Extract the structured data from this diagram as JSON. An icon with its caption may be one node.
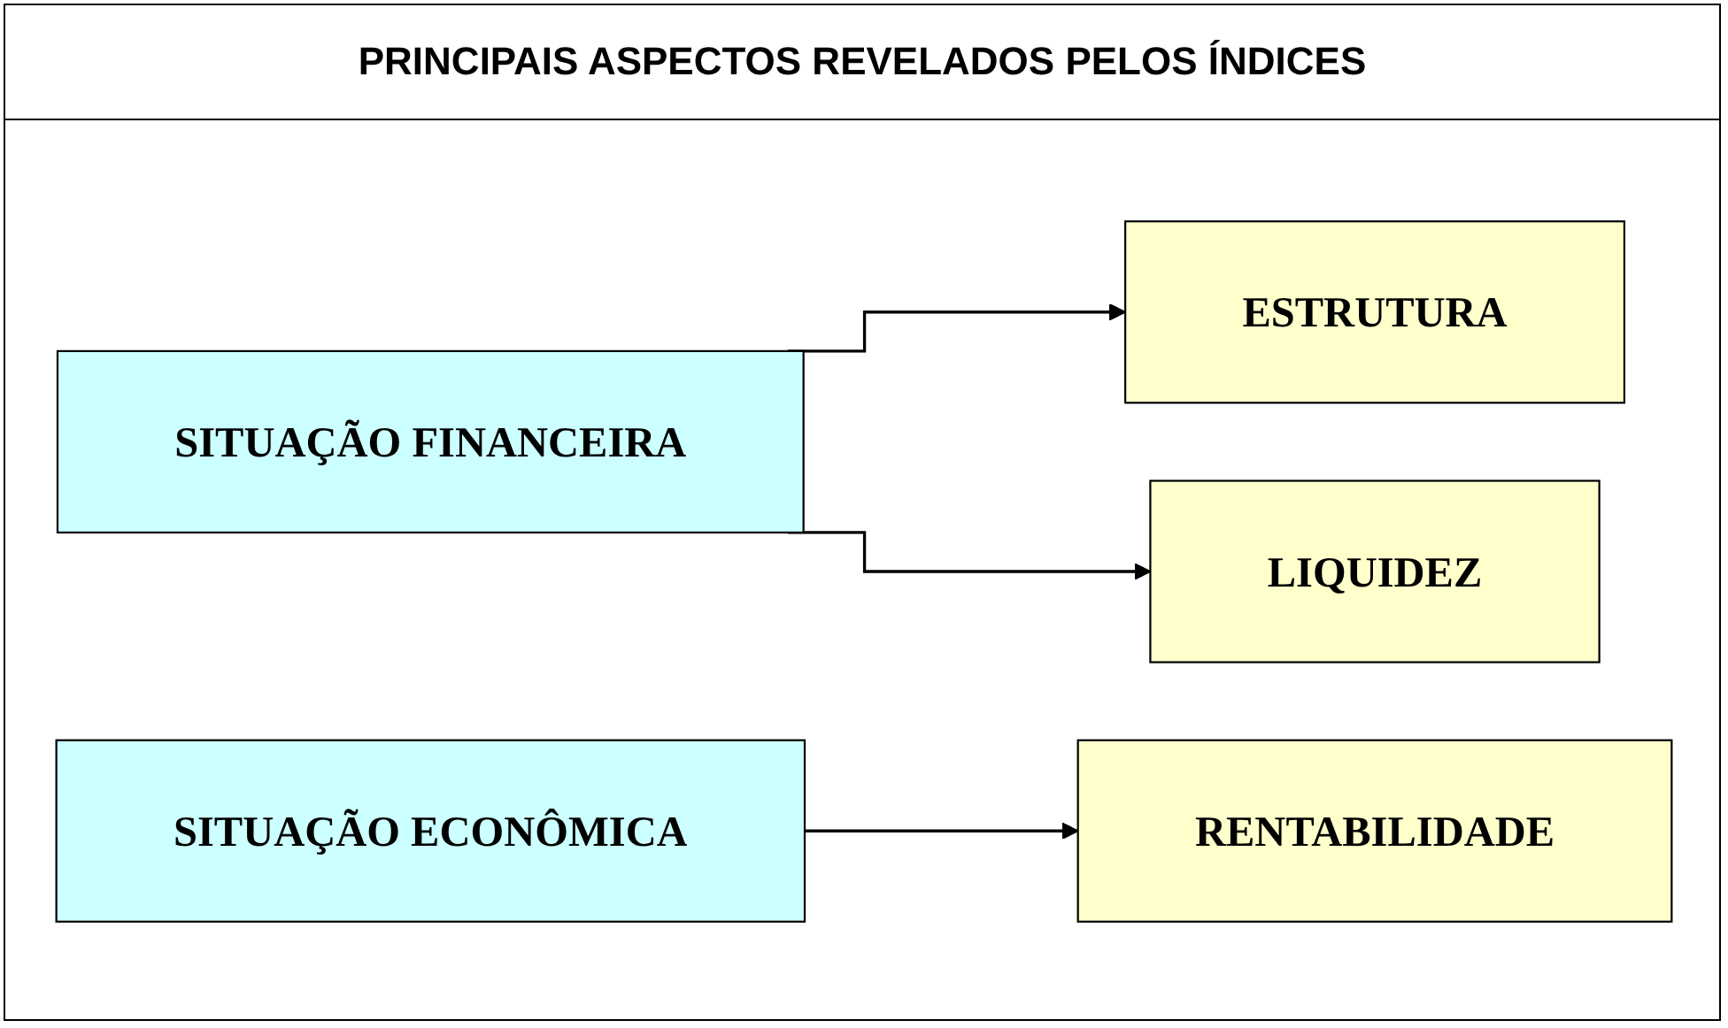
{
  "diagram": {
    "title": "PRINCIPAIS ASPECTOS REVELADOS PELOS ÍNDICES",
    "nodes": [
      {
        "text": [
          "SITUAÇÃO FINANCEIRA"
        ]
      },
      {
        "text": [
          "ESTRUTURA"
        ]
      },
      {
        "text": [
          "LIQUIDEZ"
        ]
      },
      {
        "text": [
          "SITUAÇÃO ECONÔMICA"
        ]
      },
      {
        "text": [
          "RENTABILIDADE"
        ]
      }
    ],
    "edges": [
      {
        "from": 0,
        "to": 1,
        "arrow": "to"
      },
      {
        "from": 0,
        "to": 2,
        "arrow": "to"
      },
      {
        "from": 3,
        "to": 4,
        "arrow": "to"
      }
    ]
  }
}
